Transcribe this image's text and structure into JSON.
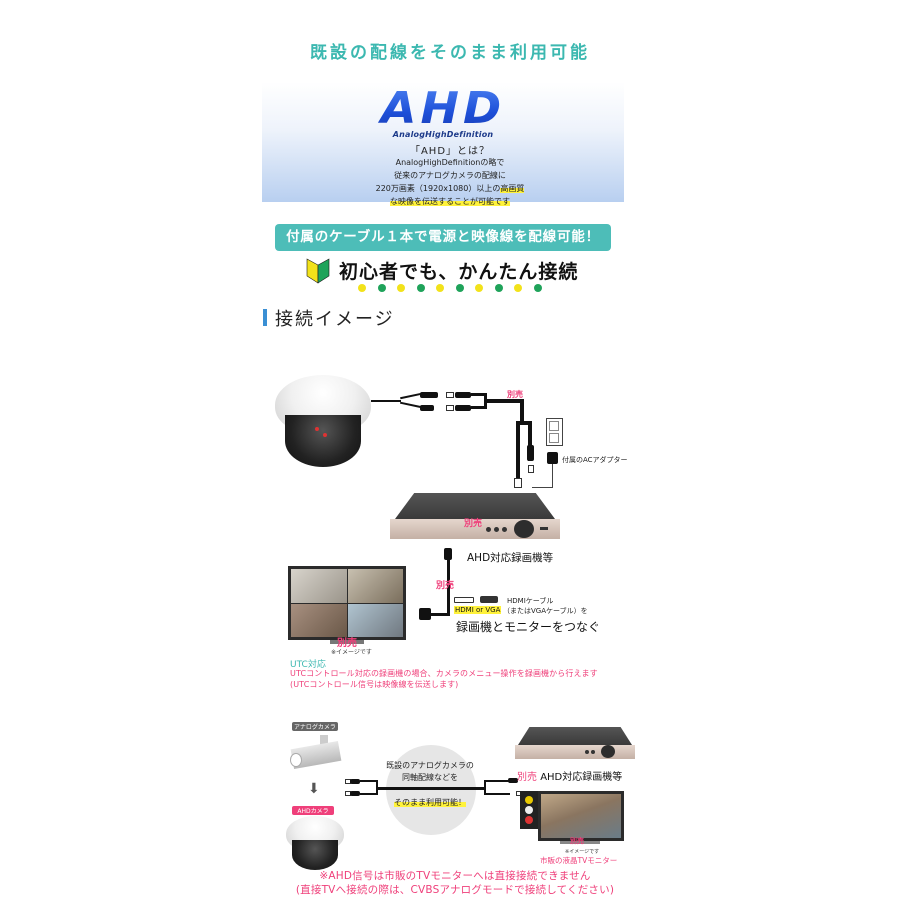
{
  "header": {
    "title": "既設の配線をそのまま利用可能"
  },
  "ahd_banner": {
    "logo": "AHD",
    "logo_sub": "AnalogHighDefinition",
    "question": "「AHD」とは？",
    "lines": [
      "AnalogHighDefinitionの略で",
      "従来のアナログカメラの配線に",
      "220万画素（1920x1080）以上の",
      "な映像を伝送することが可能です"
    ],
    "highlight_word": "高画質",
    "colors": {
      "logo_blue": "#1d4fd8",
      "gradient_bottom": "#b8cff0",
      "highlight": "#fff23a"
    }
  },
  "teal_banner": {
    "text": "付属のケーブル１本で電源と映像線を配線可能！",
    "color": "#4dbdb8"
  },
  "beginner": {
    "icon": "beginner-mark-icon",
    "text": "初心者でも、かんたん接続",
    "dots": [
      "#f2e21a",
      "#1fa35a",
      "#f2e21a",
      "#1fa35a",
      "#f2e21a",
      "#1fa35a",
      "#f2e21a",
      "#1fa35a",
      "#f2e21a",
      "#1fa35a"
    ]
  },
  "section": {
    "title": "接続イメージ",
    "bar_color": "#3a8fd4"
  },
  "diagram1": {
    "sold_separately": "別売",
    "ac_adapter_label": "付属のACアダプター",
    "recorder_label": "AHD対応録画機等",
    "recorder_sold": "別売",
    "cable_sold": "別売",
    "hdmi_vga_label": "HDMI or VGA",
    "hdmi_cable_line1": "HDMIケーブル",
    "hdmi_cable_line2": "（またはVGAケーブル）を",
    "connect_text": "録画機とモニターをつなぐ",
    "monitor_sold": "別売",
    "image_note": "※イメージです"
  },
  "utc": {
    "heading": "UTC対応",
    "line1": "UTCコントロール対応の録画機の場合、カメラのメニュー操作を録画機から行えます",
    "line2": "(UTCコントロール信号は映像線を伝送します)"
  },
  "diagram2": {
    "analog_camera_tag": "アナログカメラ",
    "ahd_camera_tag": "AHDカメラ",
    "circle_line1": "既設のアナログカメラの",
    "circle_line2": "同軸配線などを",
    "circle_line3": "そのまま利用可能！",
    "recorder_sold": "別売",
    "recorder_label": "AHD対応録画機等",
    "tv_sold": "別売",
    "tv_image_note": "※イメージです",
    "tv_label": "市販の液晶TVモニター"
  },
  "footer": {
    "line1": "※AHD信号は市販のTVモニターへは直接接続できません",
    "line2": "(直接TVへ接続の際は、CVBSアナログモードで接続してください)"
  }
}
